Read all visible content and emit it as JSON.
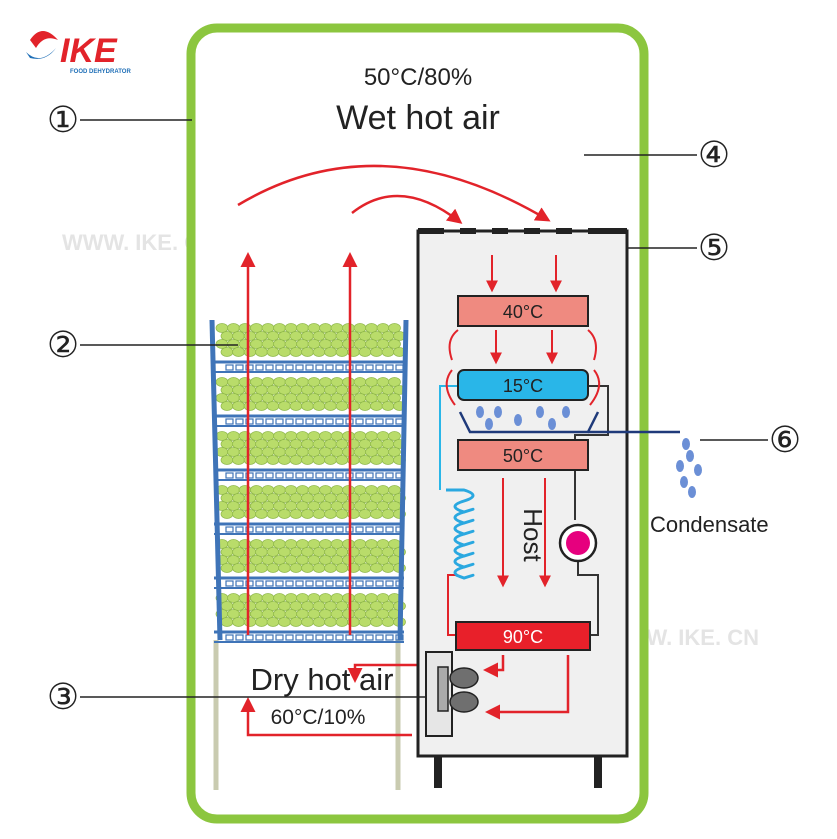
{
  "brand": {
    "logo_text": "IKE",
    "tagline": "FOOD DEHYDRATOR",
    "watermark": "WWW. IKE. CN"
  },
  "chamber_top": {
    "condition": "50°C/80%",
    "label": "Wet hot air"
  },
  "chamber_bottom": {
    "label": "Dry hot air",
    "condition": "60°C/10%"
  },
  "host": {
    "label": "Host",
    "zones": [
      {
        "temp": "40°C",
        "color": "#ef8a80"
      },
      {
        "temp": "15°C",
        "color": "#29b6e8"
      },
      {
        "temp": "50°C",
        "color": "#ef8a80"
      },
      {
        "temp": "90°C",
        "color": "#e8202a"
      }
    ]
  },
  "condensate_label": "Condensate",
  "callouts": [
    "①",
    "②",
    "③",
    "④",
    "⑤",
    "⑥"
  ],
  "colors": {
    "frame": "#8cc63f",
    "arrow": "#e2232a",
    "coil": "#2aa8e0",
    "tray": "#3f74b8",
    "food": "#b9dc6a",
    "drop": "#6b8fd6",
    "compressor": "#e6007e"
  }
}
